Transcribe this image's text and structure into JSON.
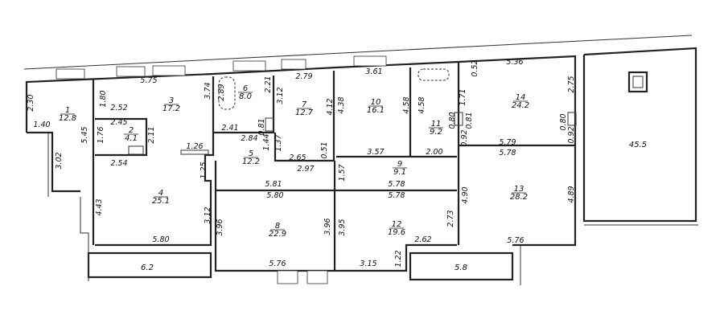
{
  "rooms": [
    {
      "number": "1",
      "area": "12.8"
    },
    {
      "number": "2",
      "area": "4.1"
    },
    {
      "number": "3",
      "area": "17.2"
    },
    {
      "number": "4",
      "area": "25.1"
    },
    {
      "number": "5",
      "area": "12.2"
    },
    {
      "number": "6",
      "area": "8.0"
    },
    {
      "number": "7",
      "area": "12.7"
    },
    {
      "number": "8",
      "area": "22.9"
    },
    {
      "number": "9",
      "area": "9.1"
    },
    {
      "number": "10",
      "area": "16.1"
    },
    {
      "number": "11",
      "area": "9.2"
    },
    {
      "number": "12",
      "area": "19.6"
    },
    {
      "number": "13",
      "area": "28.2"
    },
    {
      "number": "14",
      "area": "24.2"
    }
  ],
  "extra_areas": [
    "6.2",
    "5.8",
    "45.5"
  ],
  "dimensions": [
    "5.75",
    "2.52",
    "2.45",
    "2.54",
    "1.26",
    "5.80",
    "1.40",
    "2.79",
    "2.41",
    "2.84",
    "2.65",
    "2.97",
    "5.81",
    "5.80",
    "5.76",
    "3.61",
    "3.57",
    "2.00",
    "5.78",
    "5.78",
    "2.62",
    "3.15",
    "5.36",
    "5.79",
    "5.78",
    "5.76",
    "2.30",
    "1.80",
    "5.45",
    "1.76",
    "3.02",
    "2.11",
    "4.43",
    "3.12",
    "1.25",
    "3.74",
    "2.89",
    "2.21",
    "0.81",
    "3.12",
    "1.44",
    "1.37",
    "0.51",
    "4.12",
    "3.96",
    "3.96",
    "4.38",
    "4.58",
    "4.58",
    "1.57",
    "3.95",
    "2.73",
    "1.22",
    "0.52",
    "1.71",
    "0.80",
    "0.81",
    "0.92",
    "2.75",
    "0.80",
    "0.92",
    "4.90",
    "4.89"
  ]
}
